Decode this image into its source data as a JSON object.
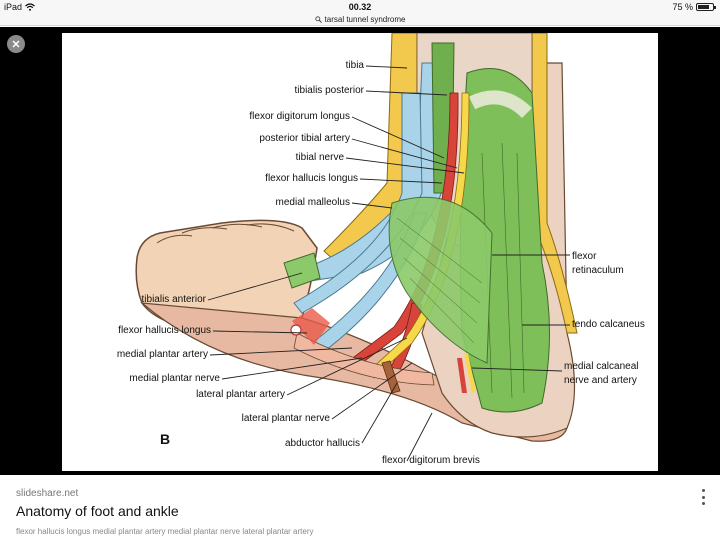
{
  "status": {
    "device": "iPad",
    "time": "00.32",
    "battery": "75 %",
    "battery_level": 0.75
  },
  "address": {
    "query": "tarsal tunnel syndrome"
  },
  "figure": {
    "letter": "B",
    "labels": {
      "tibia": "tibia",
      "tibialis_posterior": "tibialis posterior",
      "flexor_digitorum_longus": "flexor digitorum longus",
      "posterior_tibial_artery": "posterior tibial artery",
      "tibial_nerve": "tibial nerve",
      "flexor_hallucis_longus_top": "flexor hallucis longus",
      "medial_malleolus": "medial malleolus",
      "flexor_retinaculum_1": "flexor",
      "flexor_retinaculum_2": "retinaculum",
      "tibialis_anterior": "tibialis anterior",
      "tendo_calcaneus": "tendo calcaneus",
      "flexor_hallucis_longus_bottom": "flexor hallucis longus",
      "medial_plantar_artery": "medial plantar artery",
      "medial_calcaneal_1": "medial calcaneal",
      "medial_calcaneal_2": "nerve and artery",
      "medial_plantar_nerve": "medial plantar nerve",
      "lateral_plantar_artery": "lateral plantar artery",
      "lateral_plantar_nerve": "lateral plantar nerve",
      "abductor_hallucis": "abductor hallucis",
      "flexor_digitorum_brevis": "flexor digitorum brevis"
    }
  },
  "caption": {
    "source": "slideshare.net",
    "title": "Anatomy of foot and ankle",
    "description": "flexor hallucis longus medial plantar artery medial plantar nerve lateral plantar artery"
  }
}
